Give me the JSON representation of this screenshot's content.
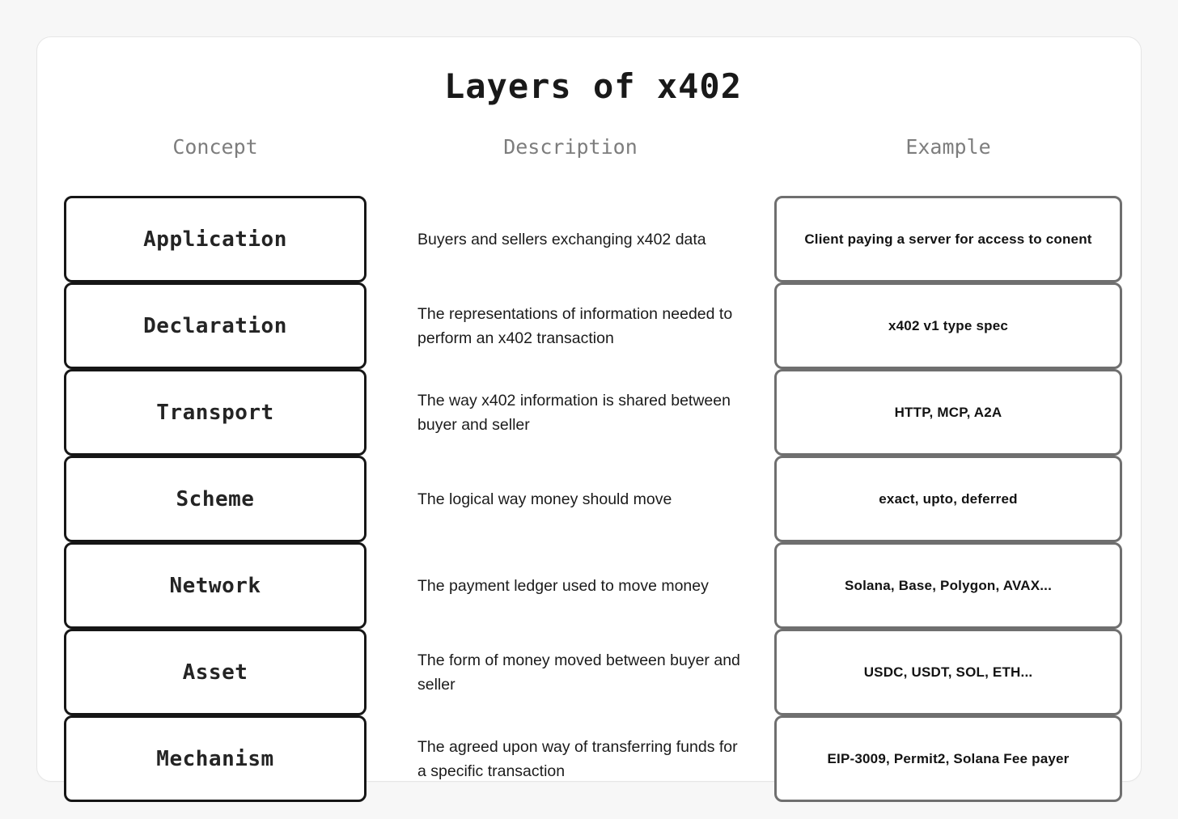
{
  "page": {
    "title": "Layers of x402"
  },
  "columns": {
    "concept": "Concept",
    "description": "Description",
    "example": "Example"
  },
  "rows": [
    {
      "concept": "Application",
      "description": "Buyers and sellers exchanging x402 data",
      "example": "Client paying a server for access to conent"
    },
    {
      "concept": "Declaration",
      "description": "The representations of information needed to perform an x402 transaction",
      "example": "x402 v1 type spec"
    },
    {
      "concept": "Transport",
      "description": "The way x402 information is shared between buyer and seller",
      "example": "HTTP, MCP, A2A"
    },
    {
      "concept": "Scheme",
      "description": "The logical way money should move",
      "example": "exact, upto, deferred"
    },
    {
      "concept": "Network",
      "description": "The payment ledger used to move money",
      "example": "Solana, Base, Polygon, AVAX..."
    },
    {
      "concept": "Asset",
      "description": "The form of money moved between buyer and seller",
      "example": "USDC, USDT, SOL, ETH..."
    },
    {
      "concept": "Mechanism",
      "description": "The agreed upon way of transferring funds for a specific transaction",
      "example": "EIP-3009, Permit2, Solana Fee payer"
    }
  ],
  "colors": {
    "page_background": "#f7f7f7",
    "card_background": "#ffffff",
    "concept_border": "#161616",
    "example_border": "#6f6f6f",
    "header_text": "#7d7d7d",
    "body_text": "#1b1b1b"
  }
}
